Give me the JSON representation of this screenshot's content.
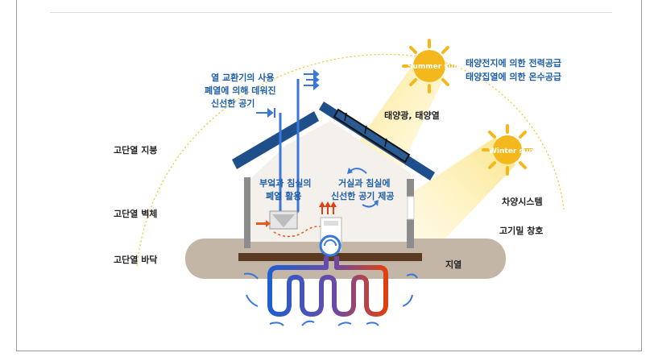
{
  "labels": {
    "sun_summer": "Summer sun",
    "sun_winter": "Winter sun",
    "solar_power": "태양전지에 의한 전력공급",
    "solar_heat": "태양집열에 의한 온수공급",
    "solar_light_heat": "태양광, 태양열",
    "heat_exchange_1": "열 교환기의 사용",
    "heat_exchange_2": "폐열에 의해 데워진",
    "heat_exchange_3": "신선한 공기",
    "roof": "고단열 지붕",
    "wall": "고단열 벽체",
    "floor": "고단열 바닥",
    "bath_1": "부엌과 침실의",
    "bath_2": "폐열 활용",
    "living_1": "거실과 침실에",
    "living_2": "신선한 공기 제공",
    "shade": "차양시스템",
    "window": "고기밀 창호",
    "geothermal": "지열"
  },
  "colors": {
    "roof": "#1f4f8a",
    "sun": "#f4b81c",
    "ground": "#c4b6a6",
    "wall": "#8c8c8c",
    "floor_slab": "#5a3b22",
    "pipe_cold": "#1f5fd0",
    "pipe_hot": "#e04010",
    "text_blue": "#1f5fa8"
  }
}
